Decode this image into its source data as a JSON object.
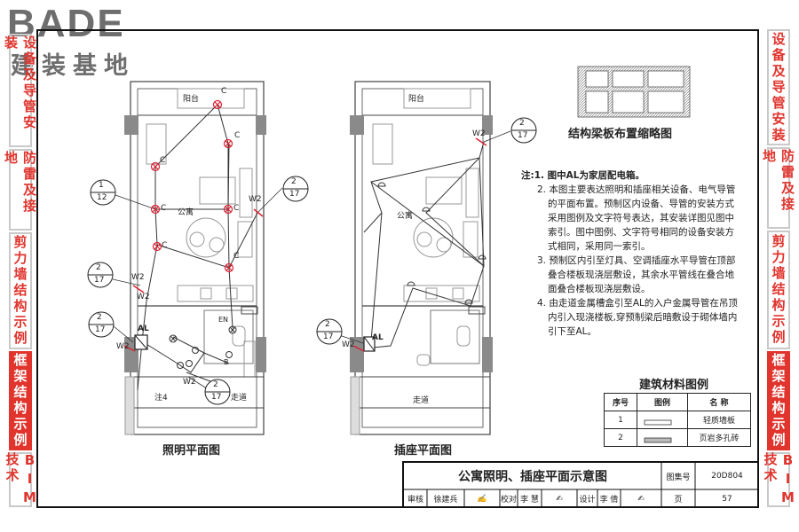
{
  "logo": {
    "main": "BADE",
    "sub": "建装基地"
  },
  "sidebar_left": [
    {
      "label": "设备及导管安装",
      "active": false
    },
    {
      "label": "防雷及接地",
      "active": false
    },
    {
      "label": "剪力墙结构示例",
      "active": false
    },
    {
      "label": "框架结构示例",
      "active": true
    },
    {
      "label": "BIM技术",
      "active": false
    }
  ],
  "sidebar_right": [
    {
      "label": "设备及导管安装",
      "active": false
    },
    {
      "label": "防雷及接地",
      "active": false
    },
    {
      "label": "剪力墙结构示例",
      "active": false
    },
    {
      "label": "框架结构示例",
      "active": true
    },
    {
      "label": "BIM技术",
      "active": false
    }
  ],
  "lighting_plan": {
    "title": "照明平面图",
    "balcony": "阳台",
    "apartment": "公寓",
    "corridor": "走道",
    "note4": "注4",
    "box": "AL",
    "em": "EN",
    "b": "B",
    "c": "C",
    "wire": "W2",
    "wire_ref": "W2",
    "tag_1_12": {
      "top": "1",
      "bottom": "12"
    },
    "tag_2_17": {
      "top": "2",
      "bottom": "17"
    }
  },
  "socket_plan": {
    "title": "插座平面图",
    "balcony": "阳台",
    "apartment": "公寓",
    "corridor": "走道",
    "box": "AL",
    "wire": "W2",
    "tag_2_17": {
      "top": "2",
      "bottom": "17"
    }
  },
  "beam_sketch": {
    "title": "结构梁板布置缩略图"
  },
  "notes": [
    "注:1. 图中AL为家居配电箱。",
    "2. 本图主要表达照明和插座相关设备、电气导管",
    "的平面布置。预制区内设备、导管的安装方式",
    "采用图例及文字符号表达，其安装详图见图中",
    "索引。图中图例、文字符号相同的设备安装方",
    "式相同，采用同一索引。",
    "3. 预制区内引至灯具、空调插座水平导管在顶部",
    "叠合楼板现浇层敷设，其余水平管线在叠合地",
    "面叠合楼板现浇层敷设。",
    "4. 由走道金属槽盒引至AL的入户金属导管在吊顶",
    "内引入现浇楼板,穿预制梁后暗敷设于砌体墙内",
    "引下至AL。"
  ],
  "legend": {
    "title": "建筑材料图例",
    "headers": [
      "序号",
      "图例",
      "名 称"
    ],
    "rows": [
      {
        "no": "1",
        "name": "轻质墙板"
      },
      {
        "no": "2",
        "name": "页岩多孔砖"
      }
    ]
  },
  "title_block": {
    "title": "公寓照明、插座平面示意图",
    "atlas_label": "图集号",
    "atlas_no": "20D804",
    "review_label": "审核",
    "review_name": "徐建兵",
    "check_label": "校对",
    "check_name": "李 慧",
    "design_label": "设计",
    "design_name": "李 倩",
    "page_label": "页",
    "page_no": "57"
  }
}
